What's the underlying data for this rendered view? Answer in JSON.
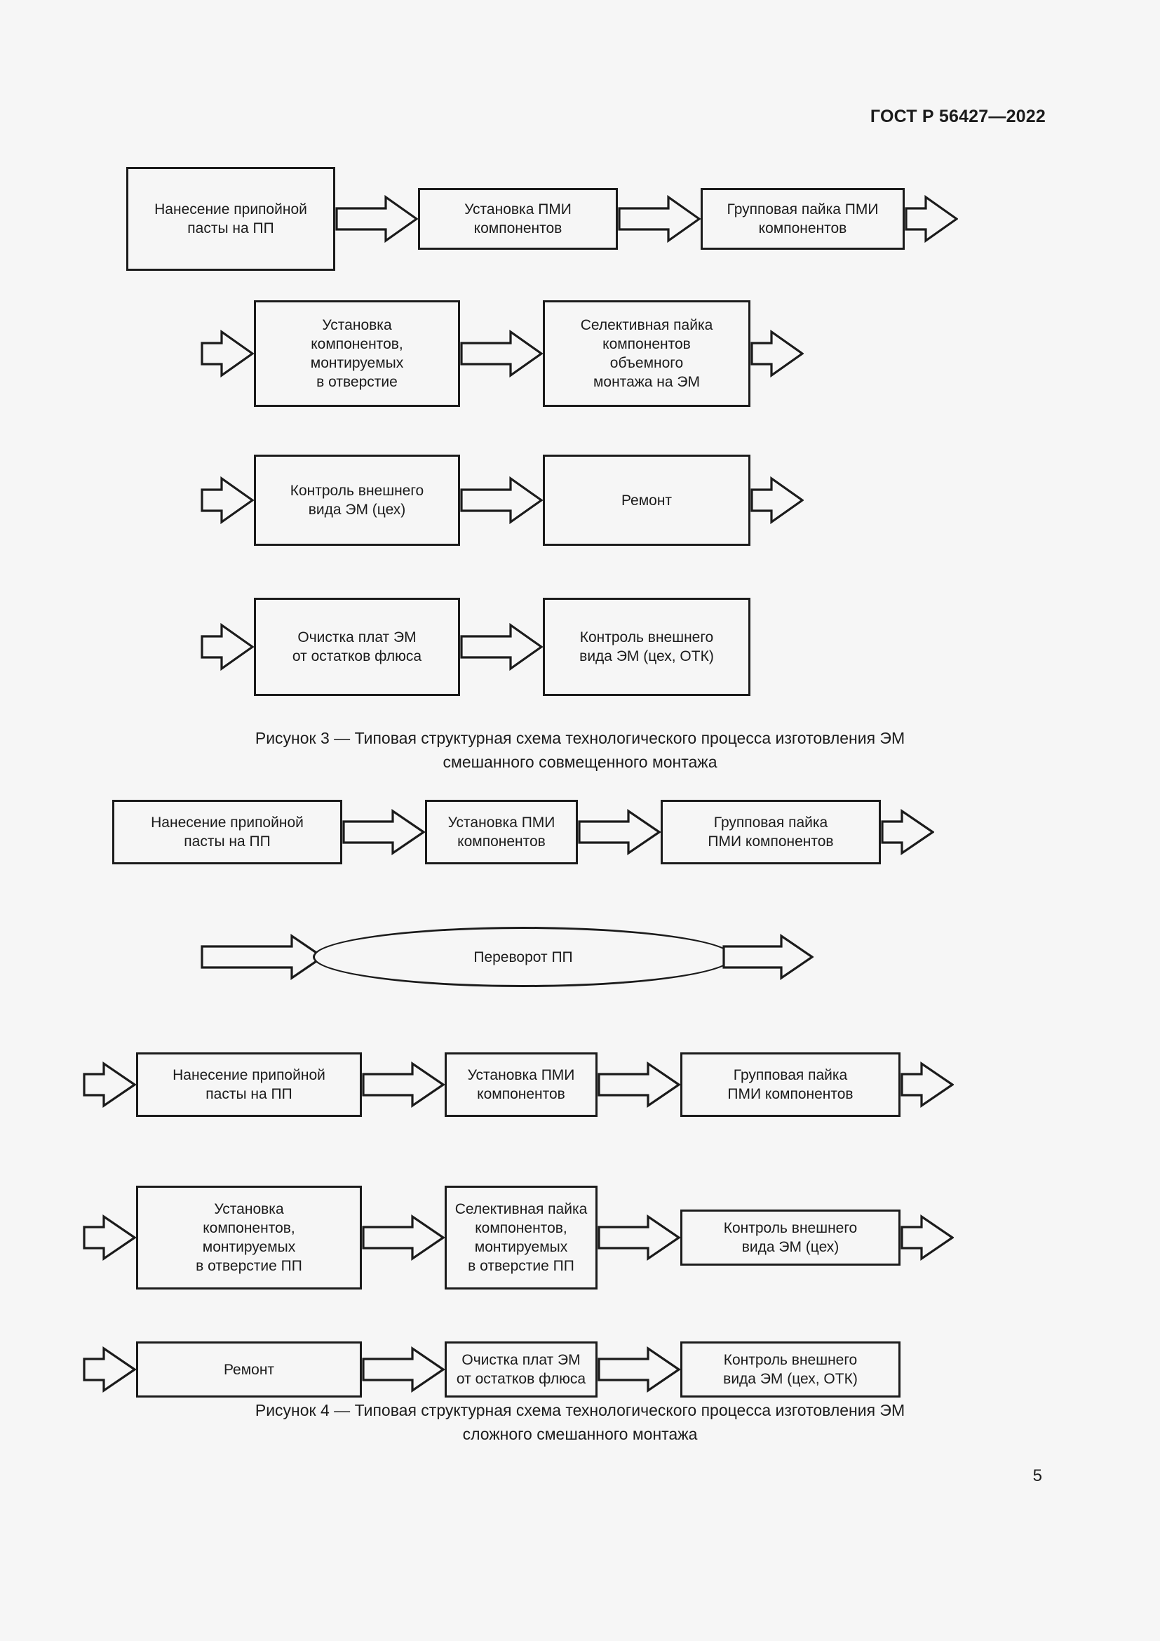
{
  "document": {
    "header": "ГОСТ Р 56427—2022",
    "page_number": "5"
  },
  "figures": [
    {
      "id": "figure-3",
      "caption_line_1": "Рисунок 3 — Типовая структурная схема технологического процесса изготовления ЭМ",
      "caption_line_2": "смешанного совмещенного монтажа",
      "rows": [
        {
          "id": "fig3-row-1",
          "nodes": [
            "Нанесение припойной\nпасты на ПП",
            "Установка ПМИ\nкомпонентов",
            "Групповая пайка\nПМИ компонентов"
          ]
        },
        {
          "id": "fig3-row-2",
          "nodes": [
            "Установка\nкомпонентов,\nмонтируемых\nв отверстие",
            "Селективная пайка\nкомпонентов\nобъемного\nмонтажа на ЭМ"
          ]
        },
        {
          "id": "fig3-row-3",
          "nodes": [
            "Контроль внешнего\nвида ЭМ (цех)",
            "Ремонт"
          ]
        },
        {
          "id": "fig3-row-4",
          "nodes": [
            "Очистка плат ЭМ\nот остатков флюса",
            "Контроль внешнего\nвида ЭМ (цех, ОТК)"
          ]
        }
      ]
    },
    {
      "id": "figure-4",
      "caption_line_1": "Рисунок 4 — Типовая структурная схема технологического процесса изготовления ЭМ",
      "caption_line_2": "сложного смешанного монтажа",
      "rows": [
        {
          "id": "fig4-row-1",
          "nodes": [
            "Нанесение припойной\nпасты на ПП",
            "Установка ПМИ\nкомпонентов",
            "Групповая пайка\nПМИ компонентов"
          ]
        },
        {
          "id": "fig4-row-2",
          "nodes": [
            "Переворот ПП"
          ]
        },
        {
          "id": "fig4-row-3",
          "nodes": [
            "Нанесение припойной\nпасты на ПП",
            "Установка ПМИ\nкомпонентов",
            "Групповая пайка\nПМИ компонентов"
          ]
        },
        {
          "id": "fig4-row-4",
          "nodes": [
            "Установка\nкомпонентов,\nмонтируемых\nв отверстие ПП",
            "Селективная пайка\nкомпонентов,\nмонтируемых\nв отверстие ПП",
            "Контроль внешнего\nвида ЭМ (цех)"
          ]
        },
        {
          "id": "fig4-row-5",
          "nodes": [
            "Ремонт",
            "Очистка плат ЭМ\nот остатков флюса",
            "Контроль внешнего\nвида ЭМ (цех, ОТК)"
          ]
        }
      ]
    }
  ],
  "colors": {
    "page_background": "#f6f6f6",
    "ink": "#1b1b1b",
    "node_fill": "#f6f6f6"
  }
}
